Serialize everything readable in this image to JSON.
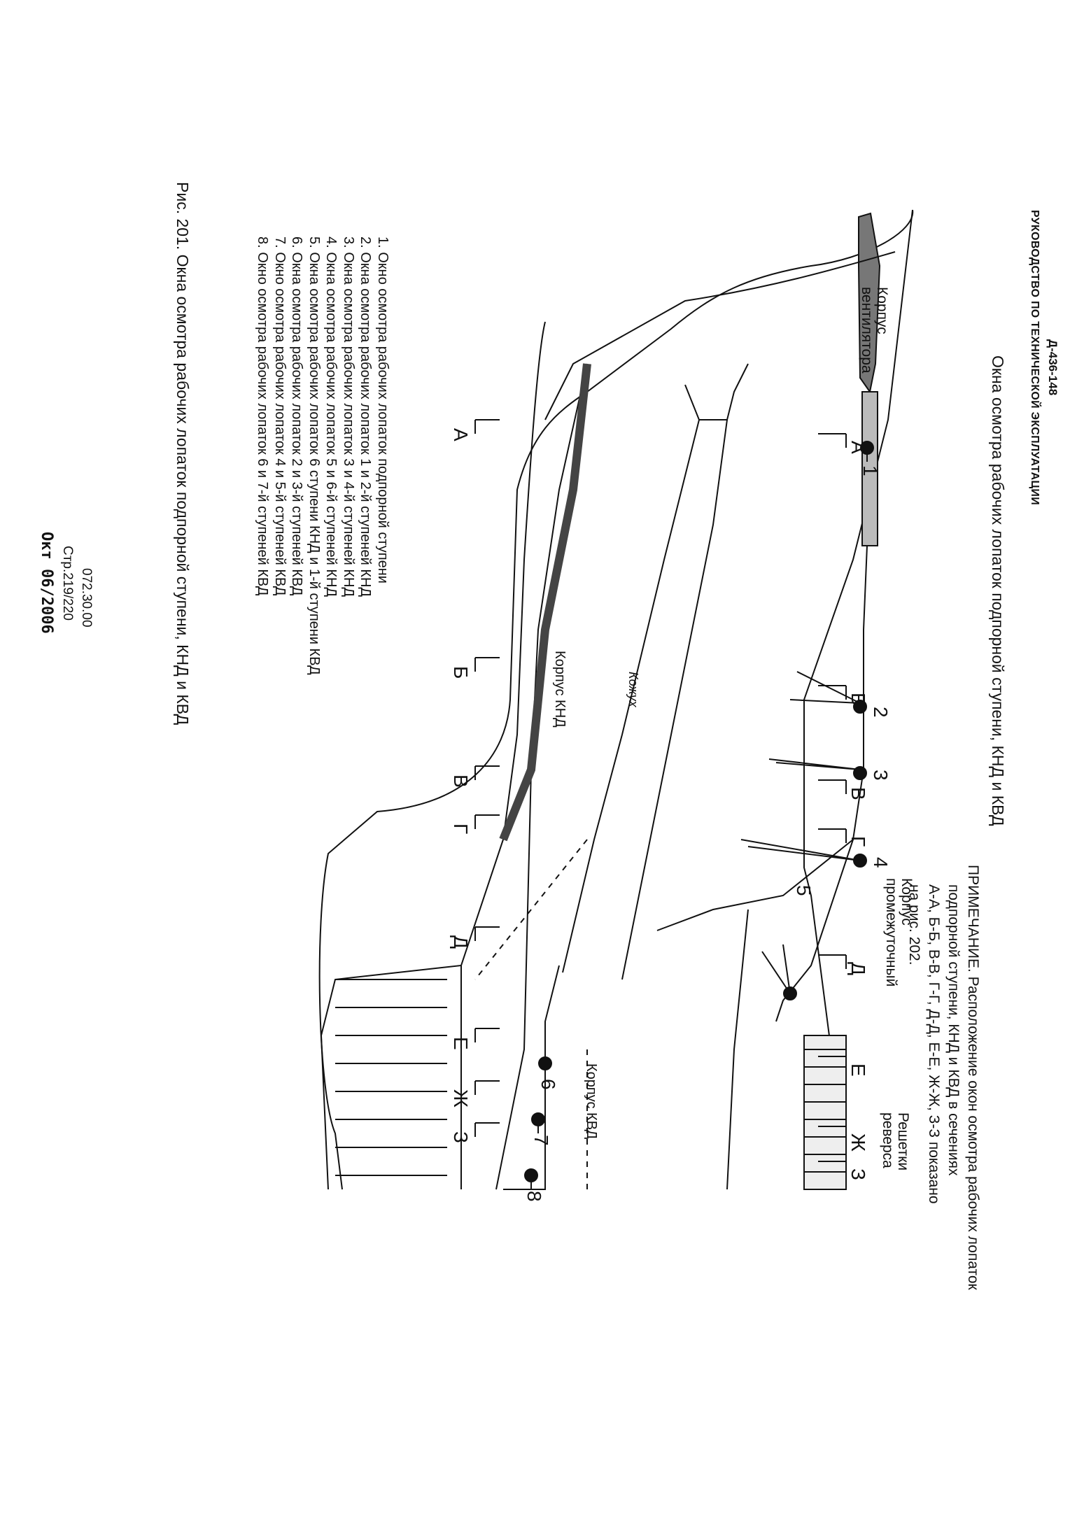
{
  "header": {
    "doc_code": "Д-436-148",
    "manual_title": "РУКОВОДСТВО ПО ТЕХНИЧЕСКОЙ ЭКСПЛУАТАЦИИ"
  },
  "figure": {
    "title": "Окна осмотра рабочих лопаток подпорной ступени, КНД и КВД",
    "caption": "Рис. 201. Окна осмотра рабочих лопаток подпорной ступени, КНД и КВД"
  },
  "labels": {
    "fan_case_1": "Корпус",
    "fan_case_2": "вентилятора",
    "cowl": "Кожух",
    "lpc_case": "Корпус КНД",
    "hpc_case": "Корпус КВД",
    "intermediate_1": "Корпус",
    "intermediate_2": "промежуточный",
    "reverser_1": "Решетки",
    "reverser_2": "реверса"
  },
  "sections": {
    "a": "А",
    "b": "Б",
    "v": "В",
    "g": "Г",
    "d": "Д",
    "e": "Е",
    "zh": "Ж",
    "z": "З"
  },
  "callouts": {
    "n1": "1",
    "n2": "2",
    "n3": "3",
    "n4": "4",
    "n5": "5",
    "n6": "6",
    "n7": "7",
    "n8": "8"
  },
  "legend": [
    "1. Окно осмотра рабочих лопаток подпорной ступени",
    "2. Окна осмотра рабочих лопаток 1 и 2-й ступеней КНД",
    "3. Окна осмотра рабочих лопаток 3 и 4-й ступеней КНД",
    "4. Окна осмотра рабочих лопаток 5 и 6-й ступеней КНД",
    "5. Окна осмотра рабочих лопаток 6 ступени КНД и 1-й ступени КВД",
    "6. Окна осмотра рабочих лопаток 2 и 3-й ступеней КВД",
    "7. Окно осмотра рабочих лопаток 4 и 5-й ступеней КВД",
    "8. Окно осмотра рабочих лопаток 6 и 7-й ступеней КВД"
  ],
  "note": {
    "line1": "ПРИМЕЧАНИЕ. Расположение окон осмотра рабочих лопаток",
    "line2": "подпорной ступени, КНД и КВД в сечениях",
    "line3": "А-А, Б-Б, В-В, Г-Г, Д-Д, Е-Е, Ж-Ж, З-З показано",
    "line4": "на рис. 202."
  },
  "footer": {
    "ref": "072.30.00",
    "page": "Стр.219/220",
    "date": "Окт 06/2006"
  }
}
